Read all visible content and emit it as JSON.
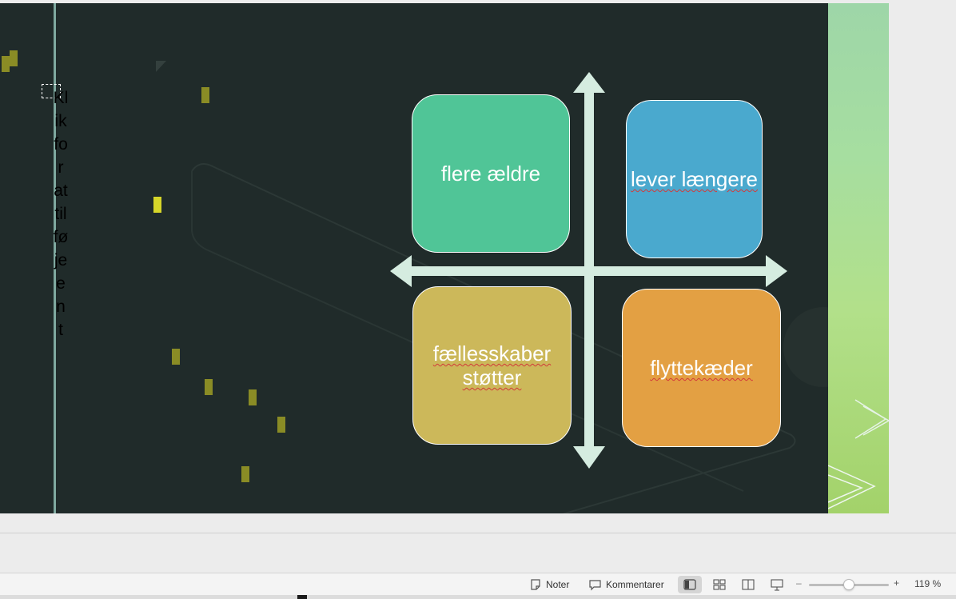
{
  "slide": {
    "placeholder_text": "Klik for at tilføje en t",
    "quadrants": [
      {
        "id": "top-left",
        "label": "flere ældre",
        "color": "#50c597",
        "squiggle": false
      },
      {
        "id": "top-right",
        "label": "lever længere",
        "color": "#4aa9ce",
        "squiggle": true
      },
      {
        "id": "bottom-left",
        "label": "fællesskaber støtter",
        "color": "#ccb85a",
        "squiggle": true
      },
      {
        "id": "bottom-right",
        "label": "flyttekæder",
        "color": "#e3a043",
        "squiggle": true
      }
    ],
    "arrow_color": "#d5ece0"
  },
  "statusbar": {
    "notes_label": "Noter",
    "comments_label": "Kommentarer",
    "zoom_minus": "–",
    "zoom_plus": "+",
    "zoom_percent": "119 %",
    "zoom_level": 0.5
  }
}
